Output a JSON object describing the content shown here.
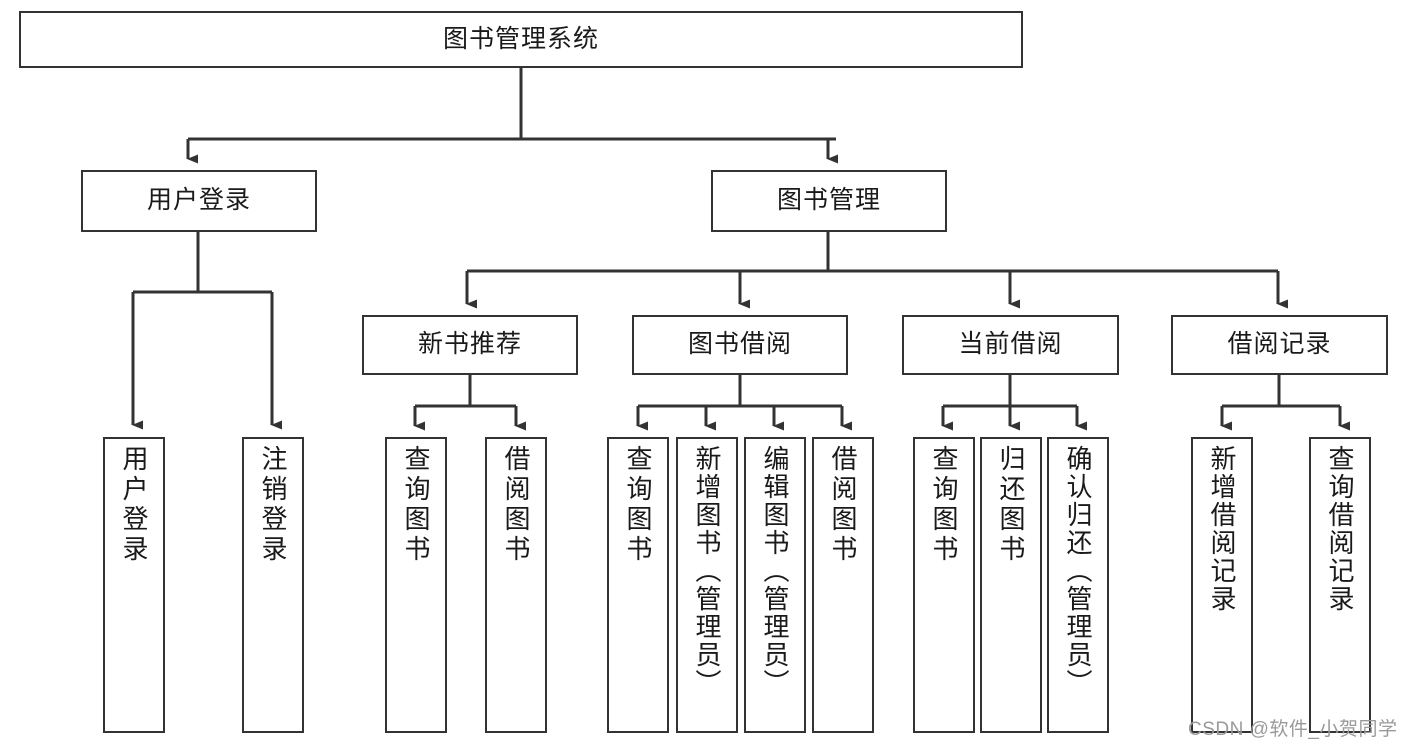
{
  "diagram": {
    "type": "tree-hierarchy-chart",
    "title": "图书管理系统",
    "root": {
      "id": "root",
      "label": "图书管理系统"
    },
    "level2": [
      {
        "id": "user-login",
        "label": "用户登录"
      },
      {
        "id": "book-management",
        "label": "图书管理"
      }
    ],
    "level3": [
      {
        "id": "new-book-recommend",
        "label": "新书推荐",
        "parent": "book-management"
      },
      {
        "id": "book-borrow",
        "label": "图书借阅",
        "parent": "book-management"
      },
      {
        "id": "current-borrow",
        "label": "当前借阅",
        "parent": "book-management"
      },
      {
        "id": "borrow-record",
        "label": "借阅记录",
        "parent": "book-management"
      }
    ],
    "leaves": [
      {
        "id": "leaf-user-login",
        "label": "用户登录",
        "parent": "user-login"
      },
      {
        "id": "leaf-logout",
        "label": "注销登录",
        "parent": "user-login"
      },
      {
        "id": "leaf-query-book-1",
        "label": "查询图书",
        "parent": "new-book-recommend"
      },
      {
        "id": "leaf-borrow-book-1",
        "label": "借阅图书",
        "parent": "new-book-recommend"
      },
      {
        "id": "leaf-query-book-2",
        "label": "查询图书",
        "parent": "book-borrow"
      },
      {
        "id": "leaf-add-book",
        "label": "新增图书（管理员）",
        "parent": "book-borrow"
      },
      {
        "id": "leaf-edit-book",
        "label": "编辑图书（管理员）",
        "parent": "book-borrow"
      },
      {
        "id": "leaf-borrow-book-2",
        "label": "借阅图书",
        "parent": "book-borrow"
      },
      {
        "id": "leaf-query-book-3",
        "label": "查询图书",
        "parent": "current-borrow"
      },
      {
        "id": "leaf-return-book",
        "label": "归还图书",
        "parent": "current-borrow"
      },
      {
        "id": "leaf-confirm-return",
        "label": "确认归还（管理员）",
        "parent": "current-borrow"
      },
      {
        "id": "leaf-add-record",
        "label": "新增借阅记录",
        "parent": "borrow-record"
      },
      {
        "id": "leaf-query-record",
        "label": "查询借阅记录",
        "parent": "borrow-record"
      }
    ],
    "watermark": "CSDN @软件_小贺同学",
    "colors": {
      "background": "#ffffff",
      "box_border": "#333333",
      "box_fill": "#ffffff",
      "text": "#1a1a1a",
      "connector": "#333333",
      "watermark": "#9a9a9a"
    }
  }
}
